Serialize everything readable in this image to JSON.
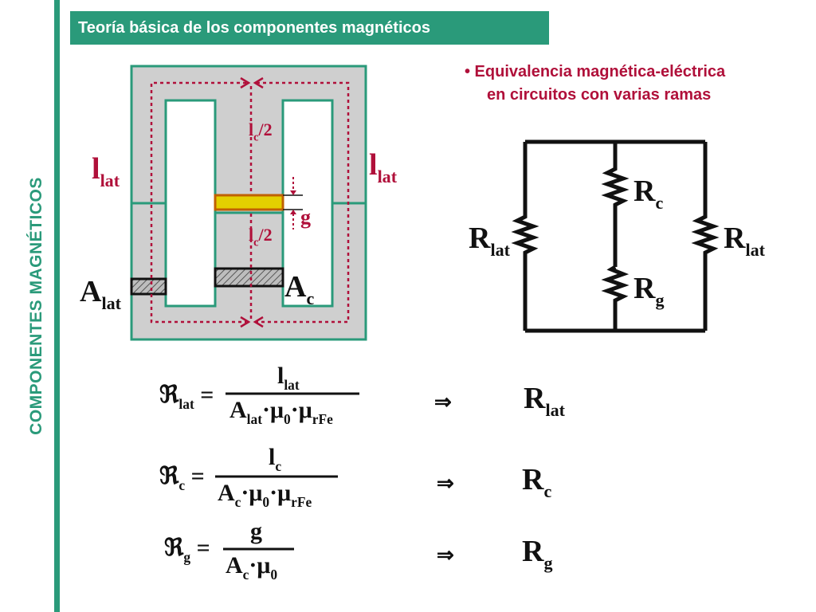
{
  "header": {
    "title": "Teoría básica de los componentes magnéticos"
  },
  "side_title": "COMPONENTES MAGNÉTICOS",
  "bullet": {
    "line1": "• Equivalencia magnética-eléctrica",
    "line2": "en circuitos con varias ramas"
  },
  "core": {
    "llat_left": "l",
    "llat_left_sub": "lat",
    "llat_right": "l",
    "llat_right_sub": "lat",
    "lc_top": "l",
    "lc_top_sub": "c",
    "lc_top_suffix": "/2",
    "lc_bottom": "l",
    "lc_bottom_sub": "c",
    "lc_bottom_suffix": "/2",
    "gap": "g",
    "alat": "A",
    "alat_sub": "lat",
    "ac": "A",
    "ac_sub": "c"
  },
  "circuit": {
    "rc": "R",
    "rc_sub": "c",
    "rg": "R",
    "rg_sub": "g",
    "rlat_left": "R",
    "rlat_left_sub": "lat",
    "rlat_right": "R",
    "rlat_right_sub": "lat"
  },
  "formulas": [
    {
      "lhs": "ℜ",
      "lhs_sub": "lat",
      "num": "l",
      "num_sub": "lat",
      "den": "A",
      "den_sub": "lat",
      "den_rest": "·μ",
      "den_rest_sub": "0",
      "den_rest2": "·μ",
      "den_rest2_sub": "rFe",
      "arrow": "⇒",
      "result": "R",
      "result_sub": "lat"
    },
    {
      "lhs": "ℜ",
      "lhs_sub": "c",
      "num": "l",
      "num_sub": "c",
      "den": "A",
      "den_sub": "c",
      "den_rest": "·μ",
      "den_rest_sub": "0",
      "den_rest2": "·μ",
      "den_rest2_sub": "rFe",
      "arrow": "⇒",
      "result": "R",
      "result_sub": "c"
    },
    {
      "lhs": "ℜ",
      "lhs_sub": "g",
      "num": "g",
      "num_sub": "",
      "den": "A",
      "den_sub": "c",
      "den_rest": "·μ",
      "den_rest_sub": "0",
      "den_rest2": "",
      "den_rest2_sub": "",
      "arrow": "⇒",
      "result": "R",
      "result_sub": "g"
    }
  ],
  "colors": {
    "accent": "#2a9a7a",
    "dim_red": "#b0103a",
    "core_fill": "#cfcfcf",
    "gap_fill": "#e3d000"
  }
}
